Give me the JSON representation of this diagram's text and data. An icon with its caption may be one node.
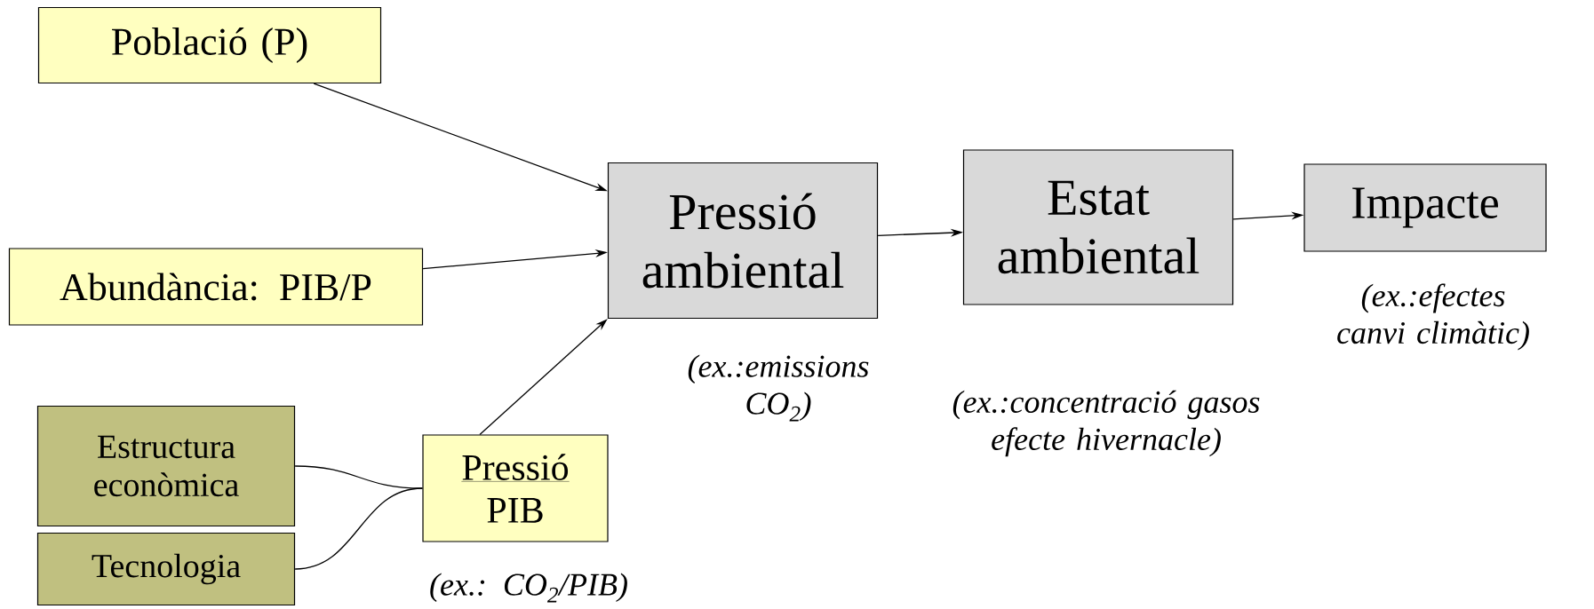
{
  "diagram": {
    "nodes": [
      {
        "text": [
          "Població (P)"
        ]
      },
      {
        "text": [
          "Abundància: PIB/P"
        ]
      },
      {
        "text": [
          "Estructura econòmica"
        ]
      },
      {
        "text": [
          "Tecnologia"
        ]
      },
      {
        "text": [
          "Pressió",
          "PIB"
        ],
        "beside": [
          "(ex.:  CO$_{2}$/PIB)"
        ]
      },
      {
        "text": [
          "Pressió ambiental"
        ],
        "beside": [
          "(ex.:emissions CO$_{2}$)"
        ]
      },
      {
        "text": [
          "Estat ambiental"
        ],
        "beside": [
          "(ex.:concentració gasos efecte hivernacle)"
        ]
      },
      {
        "text": [
          "Impacte"
        ],
        "beside": [
          "(ex.:efectes canvi climàtic)"
        ]
      }
    ],
    "edges": [
      {
        "from": 0,
        "to": 5,
        "arrow": "to"
      },
      {
        "from": 1,
        "to": 5,
        "arrow": "to"
      },
      {
        "from": 4,
        "to": 5,
        "arrow": "to"
      },
      {
        "from": 2,
        "to": 4,
        "arrow": "none"
      },
      {
        "from": 3,
        "to": 4,
        "arrow": "none"
      },
      {
        "from": 5,
        "to": 6,
        "arrow": "to"
      },
      {
        "from": 6,
        "to": 7,
        "arrow": "to"
      }
    ]
  }
}
